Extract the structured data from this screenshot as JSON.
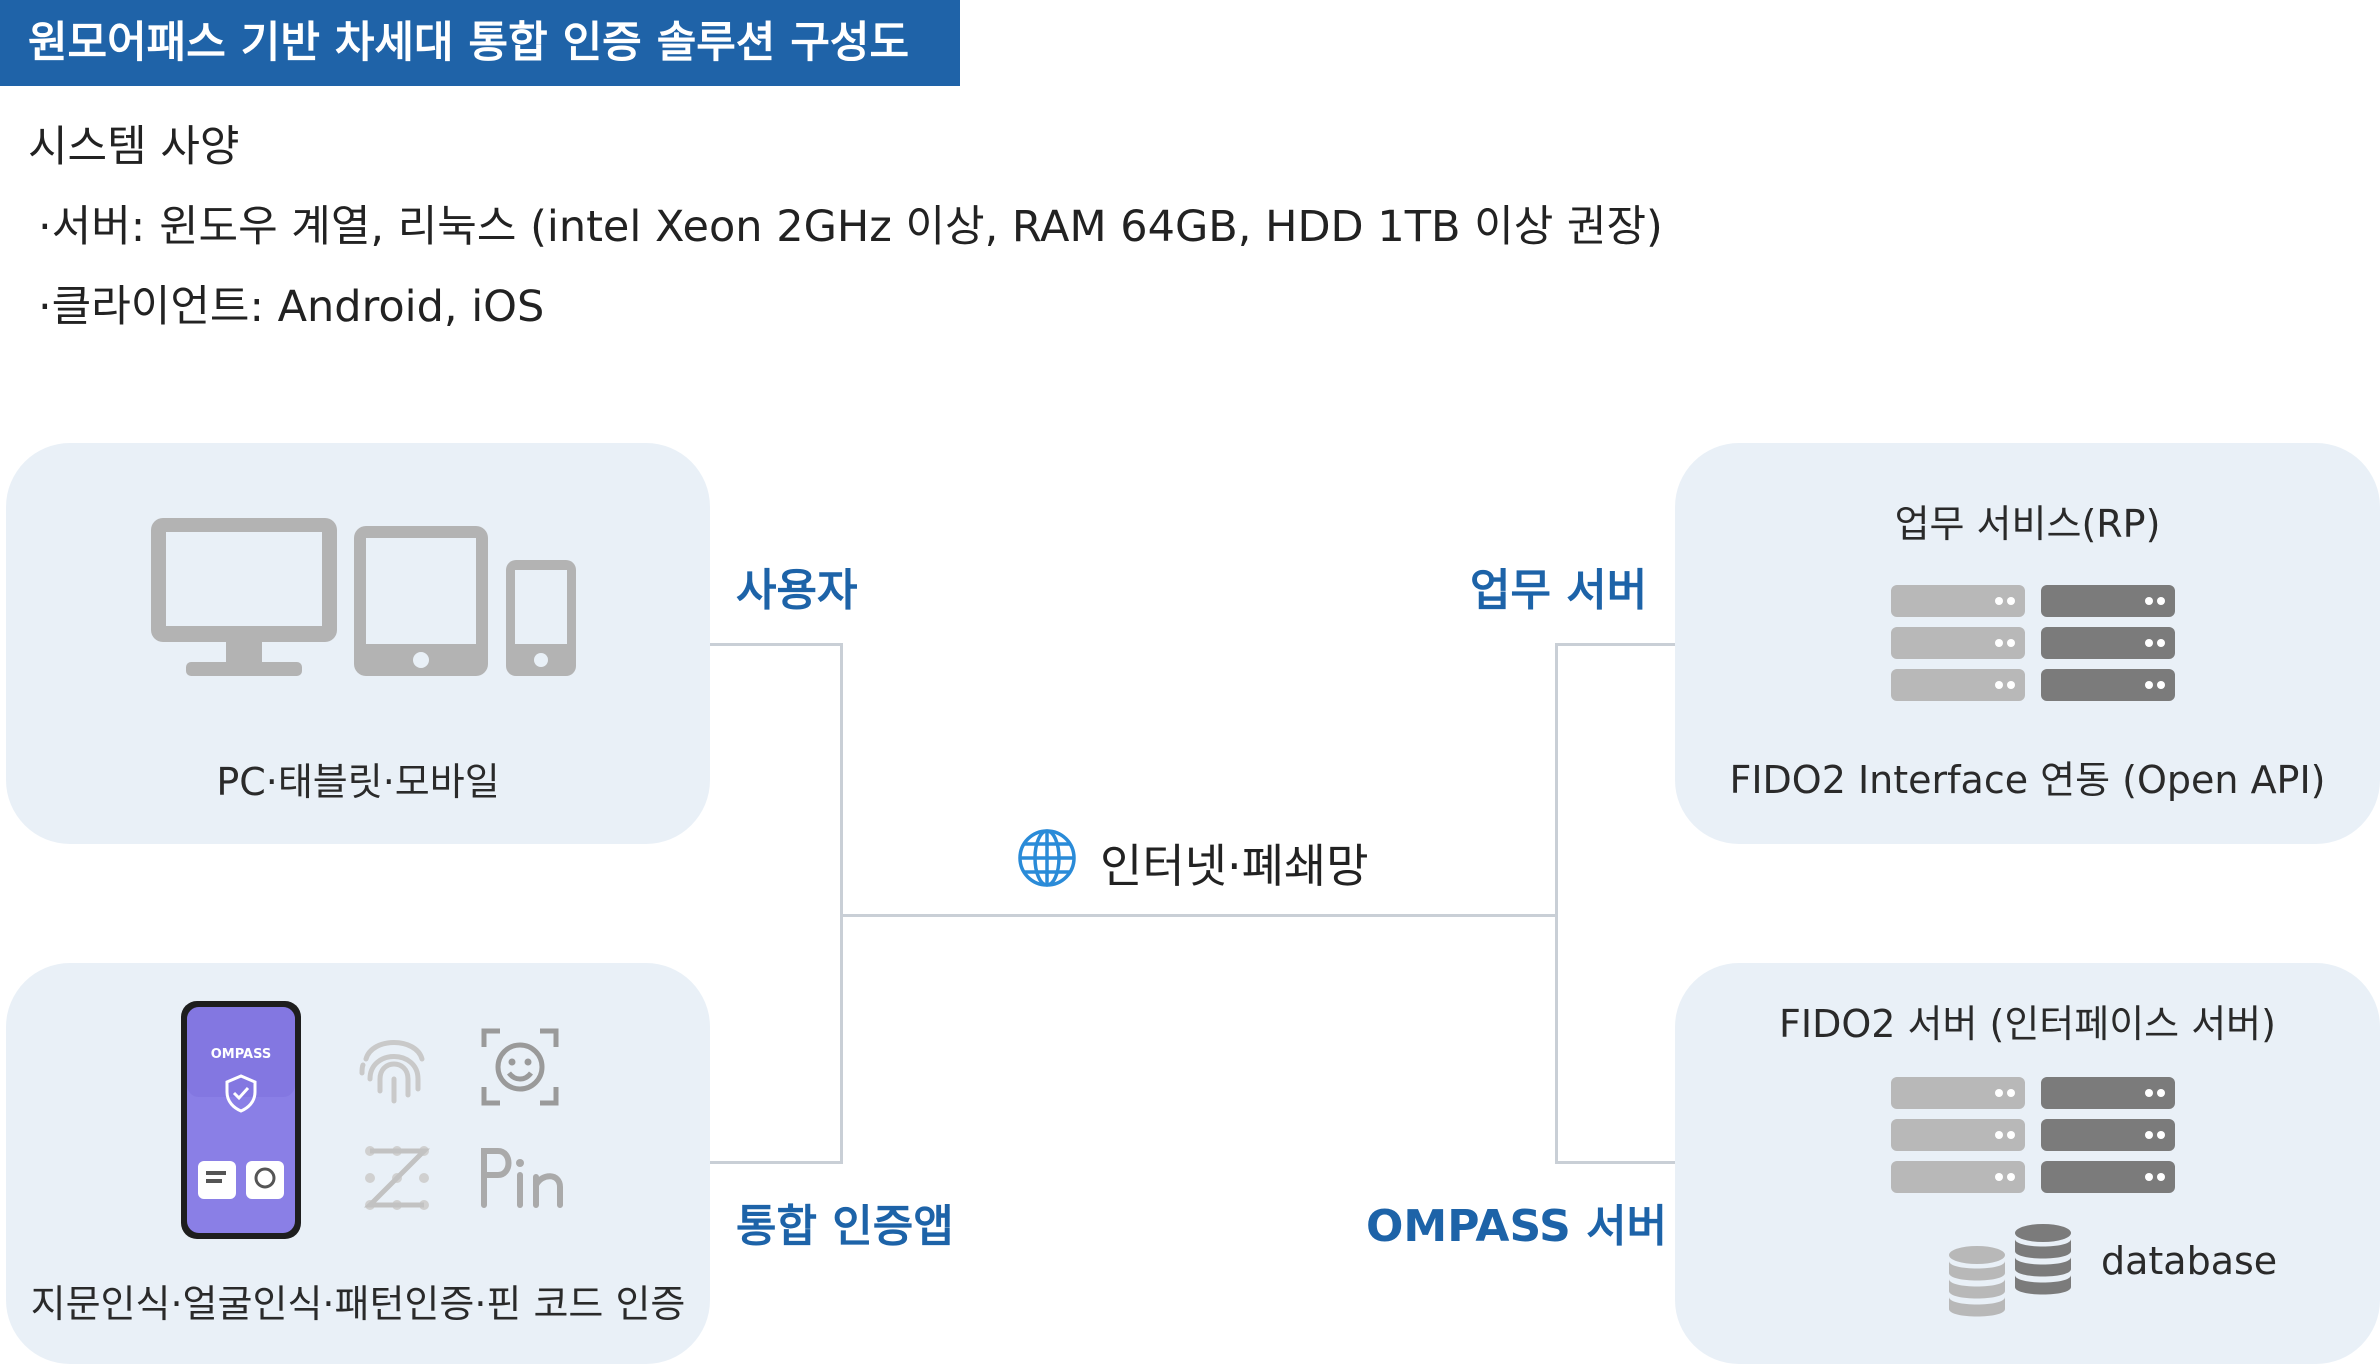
{
  "header": {
    "title": "원모어패스 기반 차세대 통합 인증 솔루션 구성도"
  },
  "specs": {
    "heading": "시스템 사양",
    "server": "·서버: 윈도우 계열, 리눅스 (intel Xeon 2GHz 이상, RAM 64GB, HDD 1TB 이상 권장)",
    "client": "·클라이언트: Android, iOS"
  },
  "panels": {
    "devices": {
      "label": "PC·태블릿·모바일"
    },
    "auth_app": {
      "label": "지문인식·얼굴인식·패턴인증·핀 코드 인증",
      "phone_brand": "OMPASS"
    },
    "business_server": {
      "top_label": "업무 서비스(RP)",
      "bottom_label": "FIDO2 Interface 연동 (Open API)"
    },
    "fido_server": {
      "top_label": "FIDO2 서버 (인터페이스 서버)",
      "db_label": "database"
    }
  },
  "connectors": {
    "user": "사용자",
    "auth_app": "통합 인증앱",
    "business_server": "업무 서버",
    "ompass_server": "OMPASS 서버"
  },
  "network": {
    "label": "인터넷·폐쇄망",
    "icon": "globe-icon"
  },
  "colors": {
    "brand_blue": "#1f63a8",
    "panel_bg": "#e9f0f7",
    "device_gray": "#b3b3b3",
    "server_light": "#b8b8b8",
    "server_dark": "#7b7b7b",
    "phone_purple": "#8a7fe6"
  }
}
